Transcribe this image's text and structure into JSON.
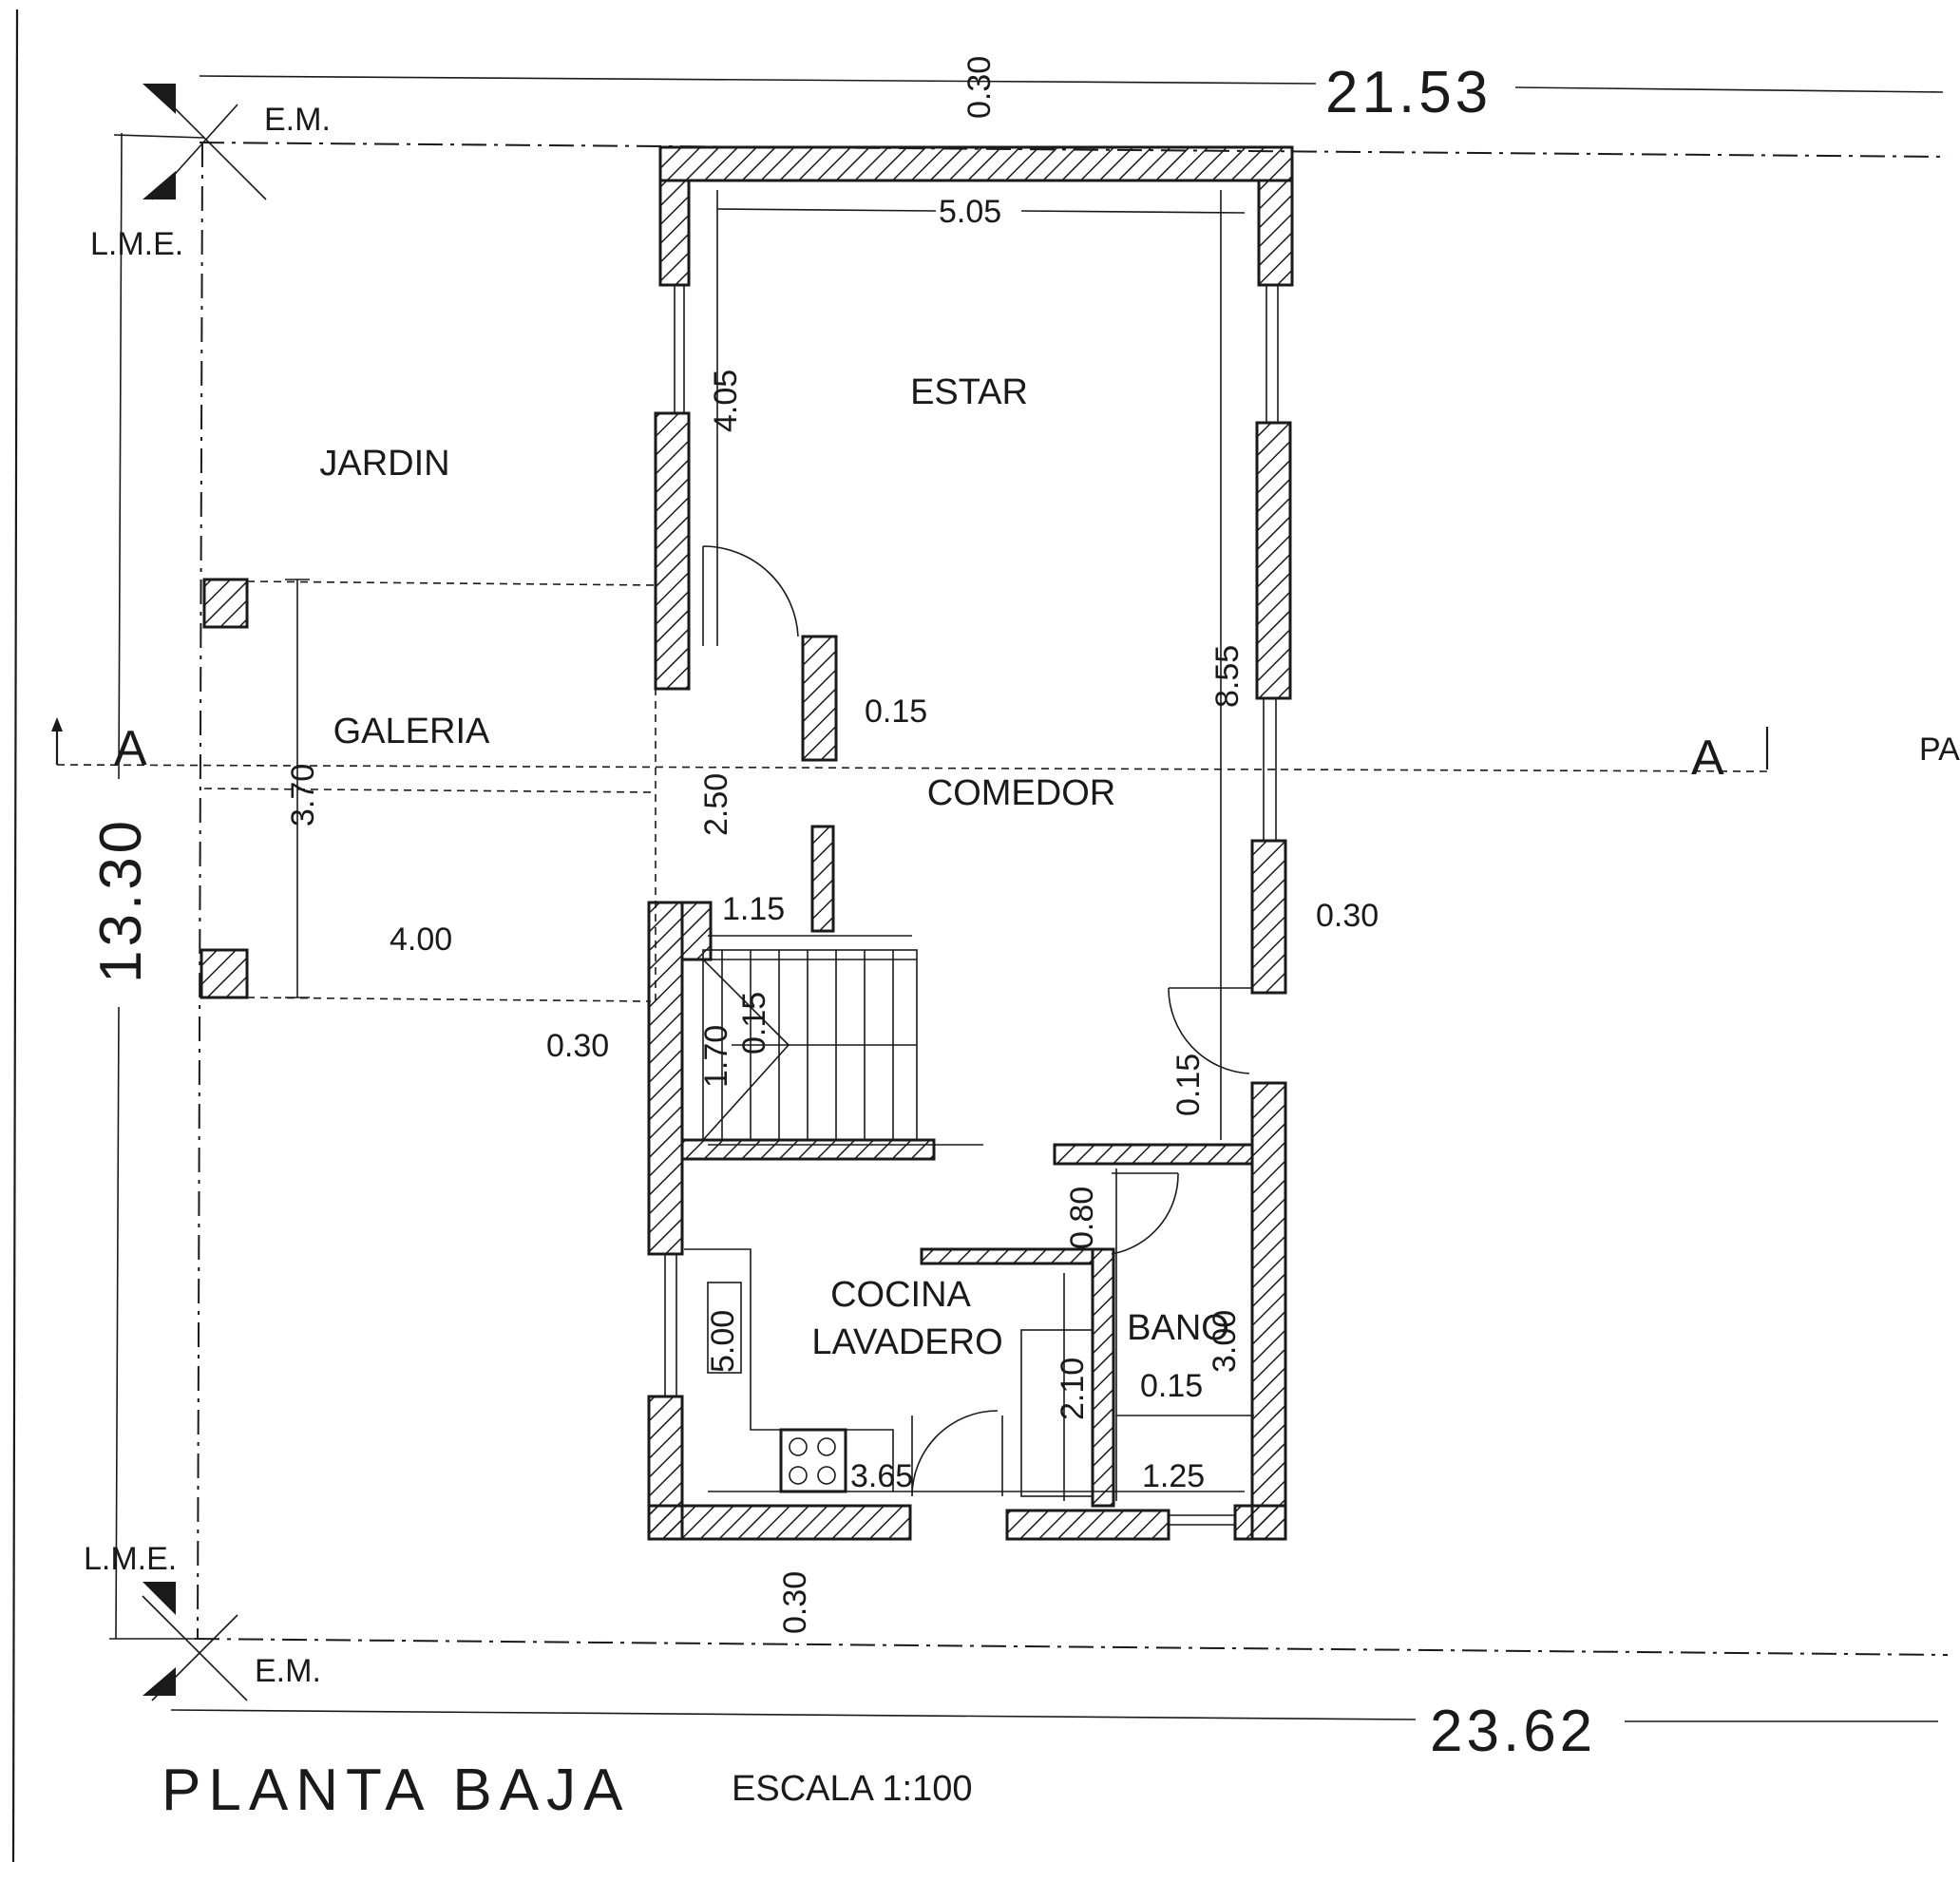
{
  "rooms": {
    "estar": "ESTAR",
    "jardin": "JARDIN",
    "galeria": "GALERIA",
    "comedor": "COMEDOR",
    "cocina": "COCINA",
    "lavadero": "LAVADERO",
    "bano": "BANO"
  },
  "labels": {
    "em_top": "E.M.",
    "em_bottom": "E.M.",
    "lme_top": "L.M.E.",
    "lme_bottom": "L.M.E.",
    "section_left": "A",
    "section_right": "A",
    "cut_edge": "PA"
  },
  "dimensions": {
    "top_width": "21.53",
    "bottom_width": "23.62",
    "left_height": "13.30",
    "top_wall": "0.30",
    "estar_width": "5.05",
    "estar_depth": "4.05",
    "comedor_depth": "8.55",
    "galeria_depth": "3.70",
    "galeria_width": "4.00",
    "partition_015_a": "0.15",
    "passage_250": "2.50",
    "passage_115": "1.15",
    "right_wall": "0.30",
    "left_wall": "0.30",
    "stair_170": "1.70",
    "stair_015": "0.15",
    "door_015": "0.15",
    "door_080": "0.80",
    "cocina_width": "3.65",
    "cocina_depth": "5.00",
    "bano_depth": "3.00",
    "bano_partition": "0.15",
    "bano_210": "2.10",
    "bano_width": "1.25",
    "bottom_wall": "0.30"
  },
  "title": {
    "name": "PLANTA  BAJA",
    "scale": "ESCALA  1:100"
  }
}
